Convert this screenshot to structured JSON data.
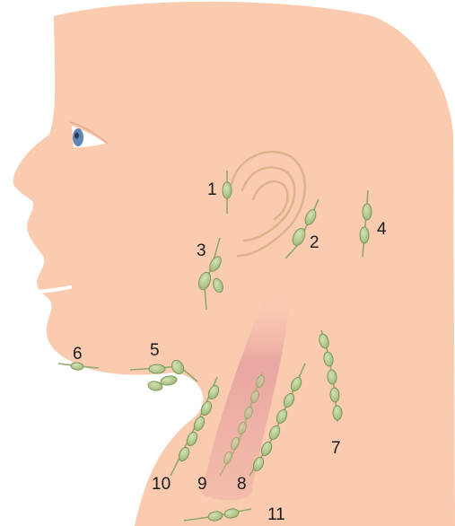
{
  "diagram": {
    "subject": "lymph nodes of the head and neck",
    "colors": {
      "skin": "#fbcbb0",
      "skin_outline": "#f0b392",
      "ear_line": "#ddb38a",
      "node_fill": "#b5c98f",
      "node_stroke": "#7c9957",
      "vessel": "#8fa86a",
      "muscle": "#d98c8c",
      "eye_iris": "#5f86b3",
      "label_text": "#1a1a1a"
    },
    "labels": [
      "1",
      "2",
      "3",
      "4",
      "5",
      "6",
      "7",
      "8",
      "9",
      "10",
      "11"
    ]
  }
}
